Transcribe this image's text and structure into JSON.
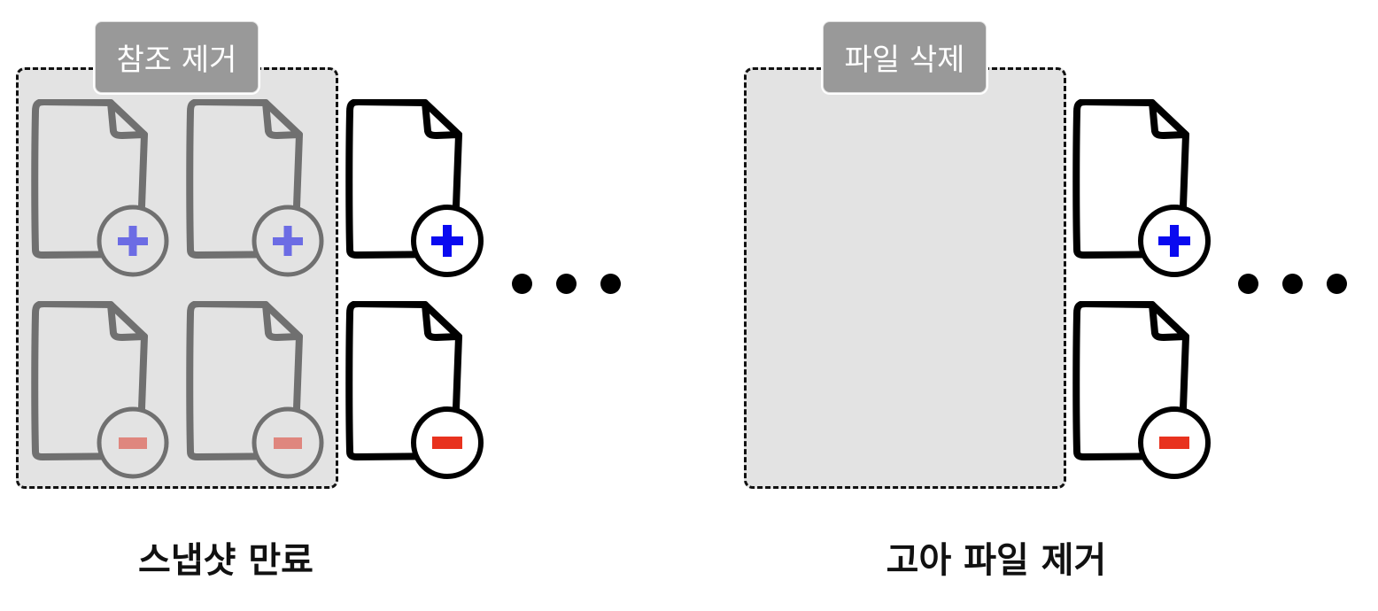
{
  "panels": [
    {
      "id": "snapshot-expire",
      "tag_label": "참조 제거",
      "caption": "스냅샷 만료"
    },
    {
      "id": "orphan-file-removal",
      "tag_label": "파일 삭제",
      "caption": "고아 파일 제거"
    }
  ],
  "icons": {
    "file": "document-icon",
    "add": "plus-badge-icon",
    "remove": "minus-badge-icon",
    "more": "ellipsis-icon"
  },
  "colors": {
    "plus_active": "#0a0af0",
    "plus_faded": "#6c6ce4",
    "minus_active": "#e8321e",
    "minus_faded": "#df867e",
    "file_faded": "#707070",
    "file_active": "#000000",
    "box_fill": "#e3e3e3",
    "tag_fill": "#999999"
  }
}
